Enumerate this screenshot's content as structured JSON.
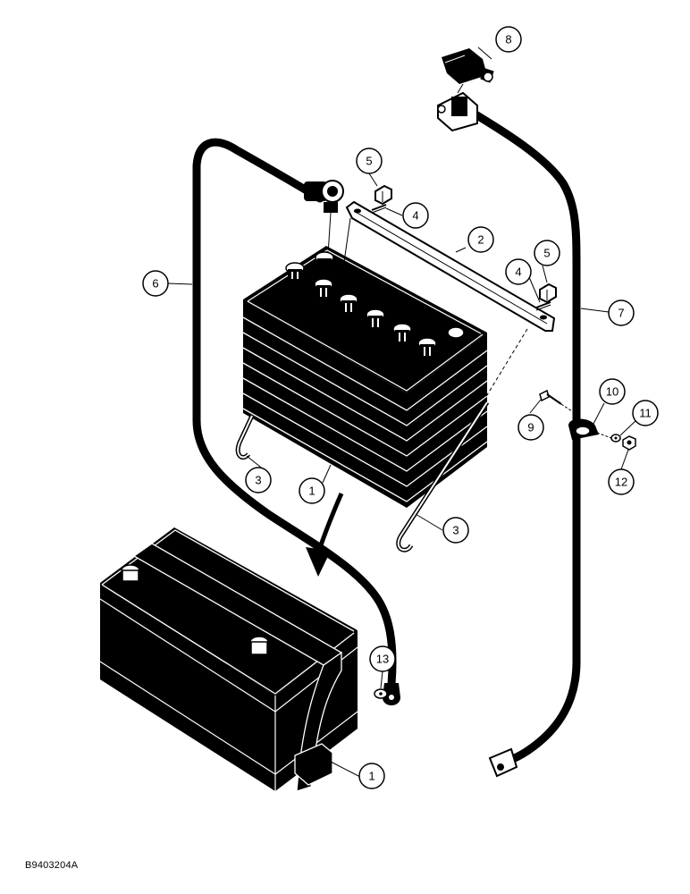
{
  "colors": {
    "ink": "#000000",
    "paper": "#ffffff",
    "callout_fill": "#ffffff"
  },
  "callouts": {
    "c1a": "1",
    "c1b": "1",
    "c2": "2",
    "c3a": "3",
    "c3b": "3",
    "c4a": "4",
    "c4b": "4",
    "c5a": "5",
    "c5b": "5",
    "c6": "6",
    "c7": "7",
    "c8": "8",
    "c9": "9",
    "c10": "10",
    "c11": "11",
    "c12": "12",
    "c13": "13"
  },
  "figure_id": "B9403204A"
}
